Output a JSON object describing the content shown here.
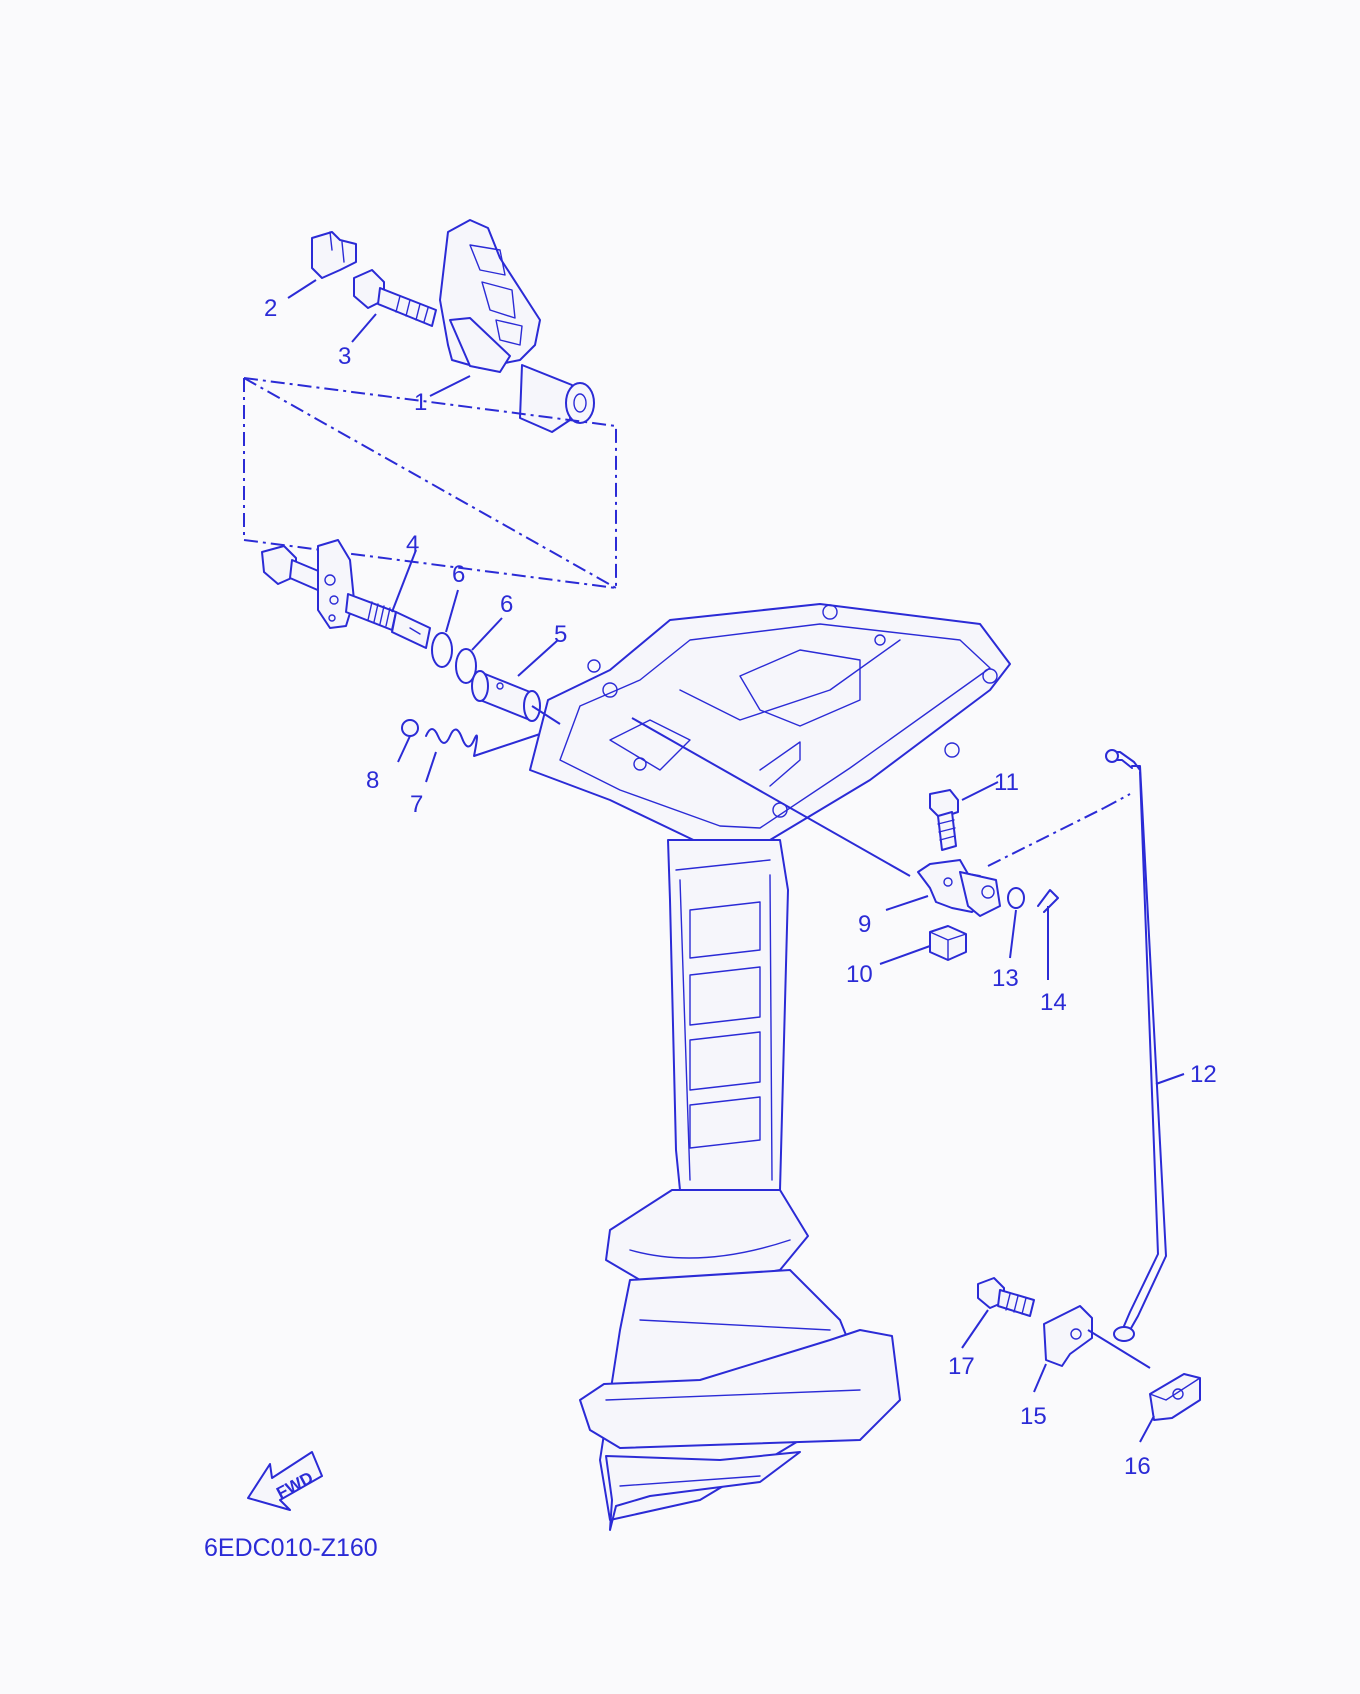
{
  "colors": {
    "line": "#2b2bd6",
    "background": "#fafafc"
  },
  "callouts": {
    "c1": "1",
    "c2": "2",
    "c3": "3",
    "c4": "4",
    "c5": "5",
    "c6a": "6",
    "c6b": "6",
    "c7": "7",
    "c8": "8",
    "c9": "9",
    "c10": "10",
    "c11": "11",
    "c12": "12",
    "c13": "13",
    "c14": "14",
    "c15": "15",
    "c16": "16",
    "c17": "17"
  },
  "fwd_label": "FWD",
  "diagram_code": "6EDC010-Z160"
}
